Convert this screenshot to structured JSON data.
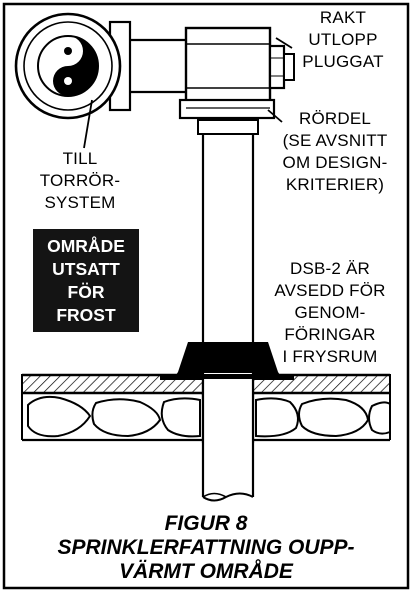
{
  "labels": {
    "outlet": [
      "RAKT",
      "UTLOPP",
      "PLUGGAT"
    ],
    "pipe": [
      "RÖRDEL",
      "(SE AVSNITT",
      "OM DESIGN-",
      "KRITERIER)"
    ],
    "dry_system": [
      "TILL",
      "TORRÖR-",
      "SYSTEM"
    ],
    "penetration": [
      "DSB-2 ÄR",
      "AVSEDD FÖR",
      "GENOM-",
      "FÖRINGAR",
      "I FRYSRUM"
    ]
  },
  "warning_box": [
    "OMRÅDE",
    "UTSATT",
    "FÖR",
    "FROST"
  ],
  "caption": [
    "FIGUR 8",
    "SPRINKLERFATTNING OUPP-",
    "VÄRMT OMRÅDE"
  ],
  "colors": {
    "ink": "#000000",
    "paper": "#ffffff",
    "box": "#141414"
  },
  "icons": [
    "yin-yang-icon"
  ]
}
